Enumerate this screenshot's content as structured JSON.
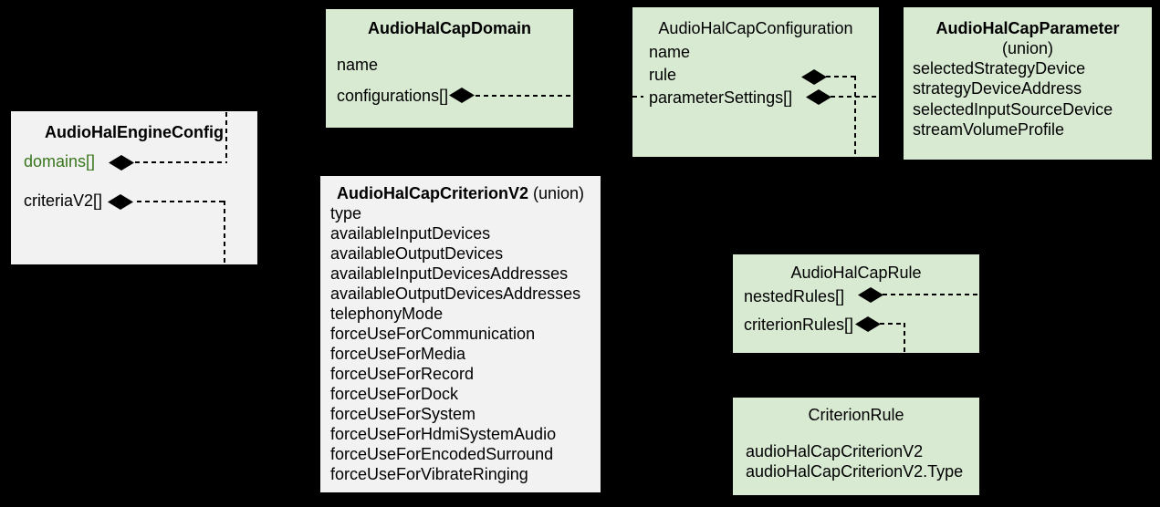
{
  "diagram": {
    "background_color": "#000000",
    "colors": {
      "green_box": "#d9ead3",
      "gray_box": "#f2f2f2",
      "text": "#000000",
      "domains_field_text": "#38761d"
    },
    "icons": {
      "aggregation_symbol": "filled-diamond"
    },
    "boxes": [
      {
        "id": "engine-config",
        "title": "AudioHalEngineConfig",
        "title_bold": true,
        "variant": "gray",
        "fields": [
          {
            "label": "domains[]",
            "color": "#38761d",
            "diamond": true
          },
          {
            "label": "criteriaV2[]",
            "diamond": true
          }
        ]
      },
      {
        "id": "cap-domain",
        "title": "AudioHalCapDomain",
        "title_bold": true,
        "variant": "green",
        "fields": [
          {
            "label": "name"
          },
          {
            "label": "configurations[]",
            "diamond": true
          }
        ]
      },
      {
        "id": "cap-configuration",
        "title": "AudioHalCapConfiguration",
        "title_bold": false,
        "variant": "green",
        "fields": [
          {
            "label": "name"
          },
          {
            "label": "rule",
            "diamond": true
          },
          {
            "label": "parameterSettings[]",
            "diamond": true
          }
        ]
      },
      {
        "id": "cap-parameter",
        "title": "AudioHalCapParameter",
        "title_bold": true,
        "subtitle": "(union)",
        "variant": "green",
        "fields": [
          {
            "label": "selectedStrategyDevice"
          },
          {
            "label": "strategyDeviceAddress"
          },
          {
            "label": "selectedInputSourceDevice"
          },
          {
            "label": "streamVolumeProfile"
          }
        ]
      },
      {
        "id": "criterion-v2",
        "title": "AudioHalCapCriterionV2",
        "title_suffix": " (union)",
        "title_bold": true,
        "variant": "gray",
        "fields": [
          {
            "label": "type"
          },
          {
            "label": "availableInputDevices"
          },
          {
            "label": "availableOutputDevices"
          },
          {
            "label": "availableInputDevicesAddresses"
          },
          {
            "label": "availableOutputDevicesAddresses"
          },
          {
            "label": "telephonyMode"
          },
          {
            "label": "forceUseForCommunication"
          },
          {
            "label": "forceUseForMedia"
          },
          {
            "label": "forceUseForRecord"
          },
          {
            "label": "forceUseForDock"
          },
          {
            "label": "forceUseForSystem"
          },
          {
            "label": "forceUseForHdmiSystemAudio"
          },
          {
            "label": "forceUseForEncodedSurround"
          },
          {
            "label": "forceUseForVibrateRinging"
          }
        ]
      },
      {
        "id": "cap-rule",
        "title": "AudioHalCapRule",
        "title_bold": false,
        "variant": "green",
        "fields": [
          {
            "label": "nestedRules[]",
            "diamond": true
          },
          {
            "label": "criterionRules[]",
            "diamond": true
          }
        ]
      },
      {
        "id": "criterion-rule",
        "title": "CriterionRule",
        "title_bold": false,
        "variant": "green",
        "fields": [
          {
            "label": "audioHalCapCriterionV2"
          },
          {
            "label": "audioHalCapCriterionV2.Type"
          }
        ]
      }
    ]
  }
}
